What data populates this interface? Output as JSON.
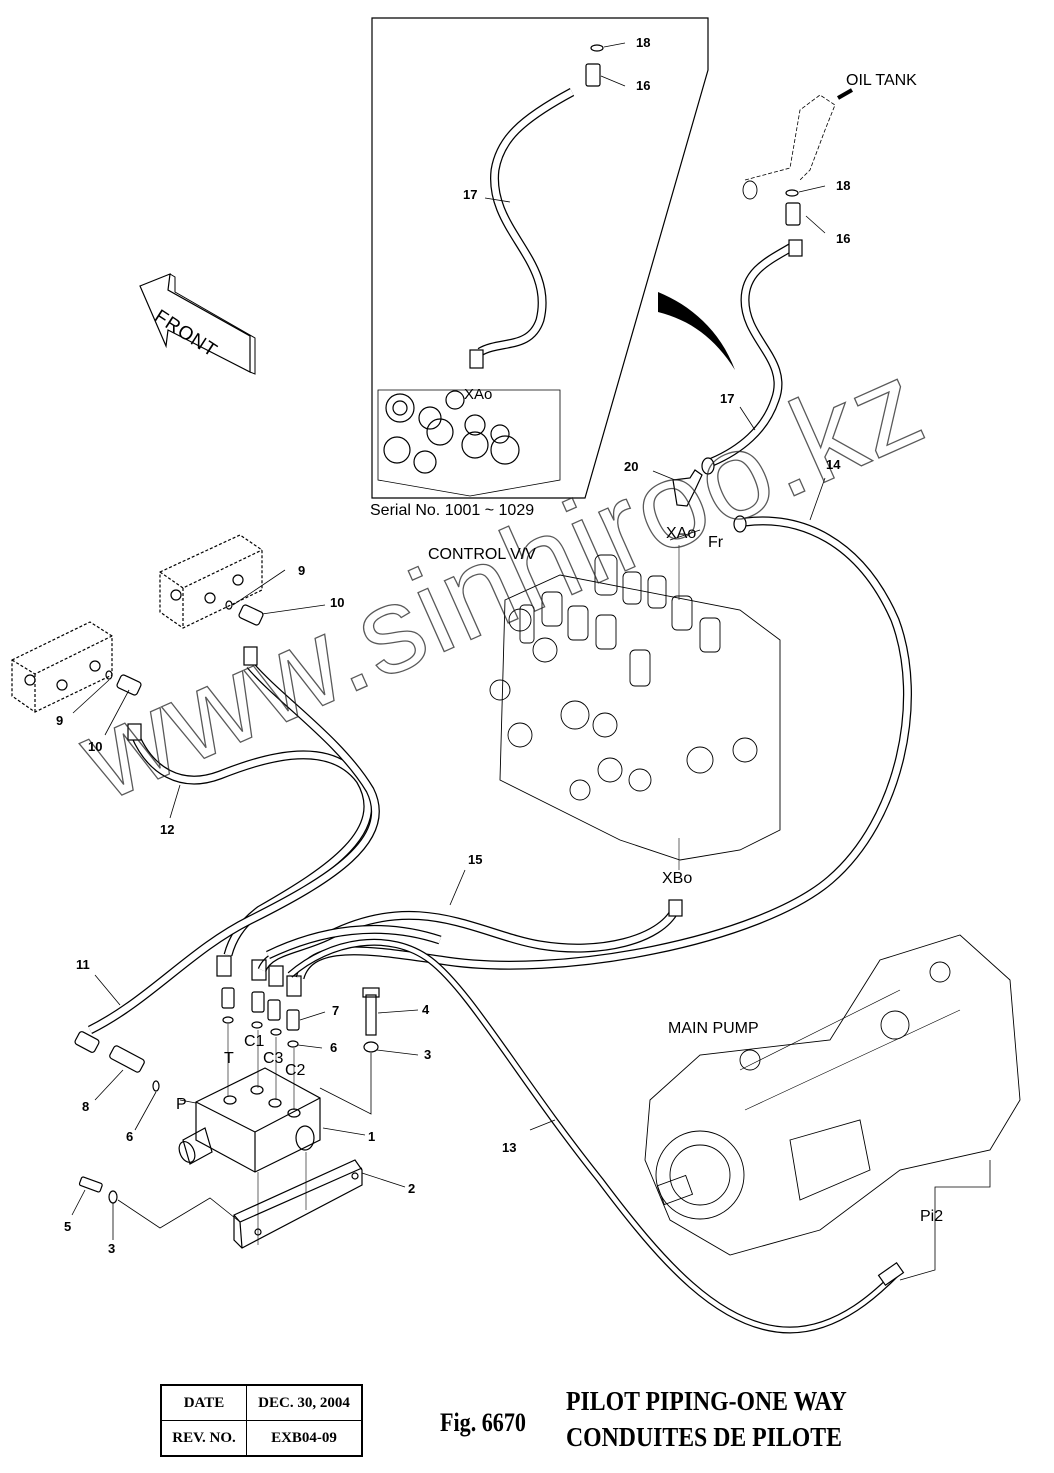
{
  "figure": {
    "number_label": "Fig. 6670",
    "title_en": "PILOT PIPING-ONE WAY",
    "title_fr": "CONDUITES DE PILOTE"
  },
  "info_table": {
    "rows": [
      {
        "key": "DATE",
        "value": "DEC. 30, 2004"
      },
      {
        "key": "REV. NO.",
        "value": "EXB04-09"
      }
    ]
  },
  "components": {
    "oil_tank": "OIL TANK",
    "control_valve": "CONTROL V/V",
    "main_pump": "MAIN PUMP",
    "front_arrow": "FRONT",
    "inset_caption": "Serial No. 1001 ~ 1029"
  },
  "ports": {
    "xao_inset": "XAo",
    "xao": "XAo",
    "fr": "Fr",
    "xbo": "XBo",
    "pi2": "Pi2",
    "p": "P",
    "t": "T",
    "c1": "C1",
    "c2": "C2",
    "c3": "C3"
  },
  "callouts": [
    {
      "id": "inset-18",
      "num": "18"
    },
    {
      "id": "inset-16",
      "num": "16"
    },
    {
      "id": "inset-17",
      "num": "17"
    },
    {
      "id": "tank-18",
      "num": "18"
    },
    {
      "id": "tank-16",
      "num": "16"
    },
    {
      "id": "hose-17",
      "num": "17"
    },
    {
      "id": "elbow-20",
      "num": "20"
    },
    {
      "id": "hose-14",
      "num": "14"
    },
    {
      "id": "oring-9a",
      "num": "9"
    },
    {
      "id": "tee-10a",
      "num": "10"
    },
    {
      "id": "oring-9b",
      "num": "9"
    },
    {
      "id": "tee-10b",
      "num": "10"
    },
    {
      "id": "hose-12",
      "num": "12"
    },
    {
      "id": "hose-15",
      "num": "15"
    },
    {
      "id": "hose-11",
      "num": "11"
    },
    {
      "id": "adapter-7",
      "num": "7"
    },
    {
      "id": "bolt-4",
      "num": "4"
    },
    {
      "id": "oring-6a",
      "num": "6"
    },
    {
      "id": "washer-3a",
      "num": "3"
    },
    {
      "id": "adapter-8",
      "num": "8"
    },
    {
      "id": "oring-6b",
      "num": "6"
    },
    {
      "id": "block-1",
      "num": "1"
    },
    {
      "id": "hose-13",
      "num": "13"
    },
    {
      "id": "bracket-2",
      "num": "2"
    },
    {
      "id": "bolt-5",
      "num": "5"
    },
    {
      "id": "washer-3b",
      "num": "3"
    }
  ],
  "watermark": "www.sinhiroo.kz"
}
